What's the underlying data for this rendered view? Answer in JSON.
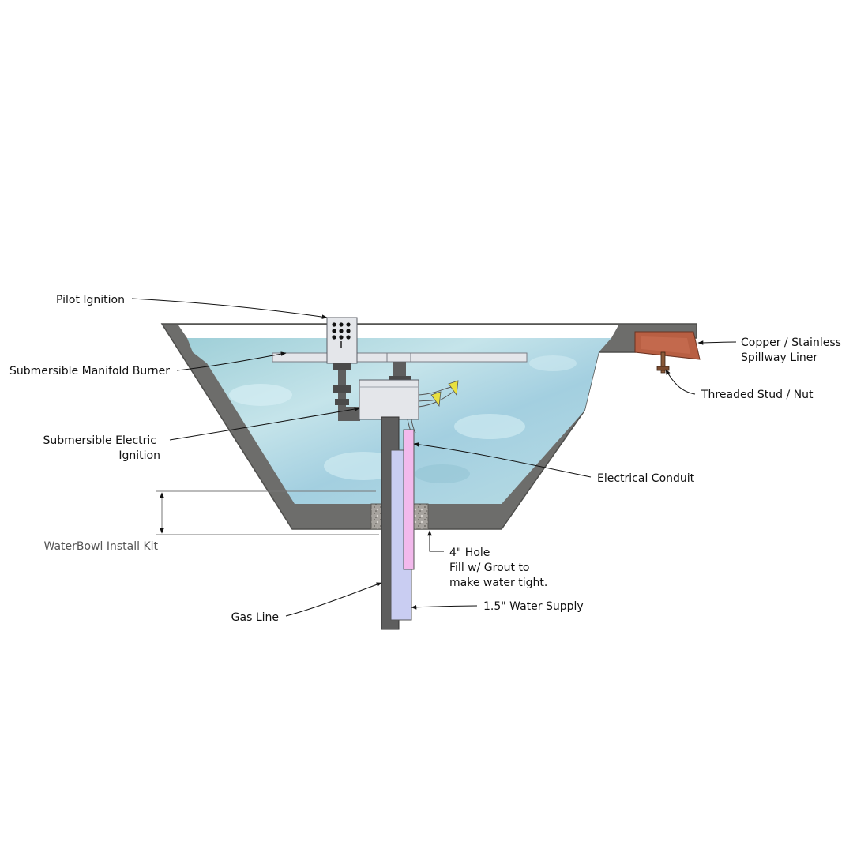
{
  "labels": {
    "pilot_ignition": "Pilot Ignition",
    "manifold_burner": "Submersible Manifold Burner",
    "electric_ignition_line1": "Submersible Electric",
    "electric_ignition_line2": "Ignition",
    "install_kit": "WaterBowl Install Kit",
    "gas_line": "Gas Line",
    "spillway_line1": "Copper / Stainless",
    "spillway_line2": "Spillway Liner",
    "threaded_stud": "Threaded Stud / Nut",
    "electrical_conduit": "Electrical Conduit",
    "hole_line1": "4\" Hole",
    "hole_line2": "Fill w/ Grout to",
    "hole_line3": "make water tight.",
    "water_supply": "1.5\" Water Supply"
  },
  "colors": {
    "concrete": "#6d6d6b",
    "concrete_edge": "#4e4e4c",
    "water": "#a8d4dc",
    "water_highlight": "#d6eef3",
    "copper": "#b85f43",
    "burner": "#e4e6ea",
    "gas_pipe": "#5e5e5e",
    "water_pipe": "#c9cdf2",
    "conduit": "#f2b9ec",
    "wire_nut": "#e8e040"
  }
}
